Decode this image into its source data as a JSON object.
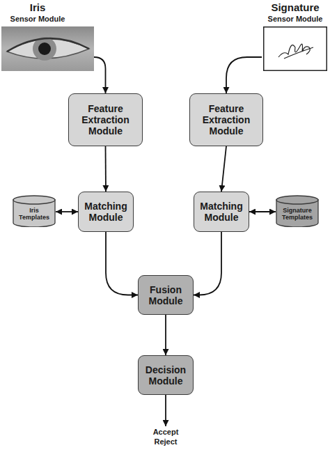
{
  "diagram": {
    "nodes": [
      {
        "text": [
          "Iris",
          "Sensor Module"
        ]
      },
      {
        "text": [
          "Signature",
          "Sensor Module"
        ]
      },
      {
        "text": [
          "Feature Extraction Module"
        ]
      },
      {
        "text": [
          "Feature Extraction Module"
        ]
      },
      {
        "text": [
          "Iris Templates"
        ]
      },
      {
        "text": [
          "Matching Module"
        ]
      },
      {
        "text": [
          "Matching Module"
        ]
      },
      {
        "text": [
          "Signature Templates"
        ]
      },
      {
        "text": [
          "Fusion Module"
        ]
      },
      {
        "text": [
          "Decision Module"
        ]
      }
    ],
    "edges": [
      {
        "from": 0,
        "to": 2,
        "arrow": "to"
      },
      {
        "from": 1,
        "to": 3,
        "arrow": "to"
      },
      {
        "from": 2,
        "to": 5,
        "arrow": "to"
      },
      {
        "from": 3,
        "to": 6,
        "arrow": "to"
      },
      {
        "from": 4,
        "to": 5,
        "arrow": "both"
      },
      {
        "from": 7,
        "to": 6,
        "arrow": "both"
      },
      {
        "from": 5,
        "to": 8,
        "arrow": "to"
      },
      {
        "from": 6,
        "to": 8,
        "arrow": "to"
      },
      {
        "from": 8,
        "to": 9,
        "arrow": "to"
      }
    ],
    "labels": [
      "Accept",
      "Reject"
    ]
  }
}
